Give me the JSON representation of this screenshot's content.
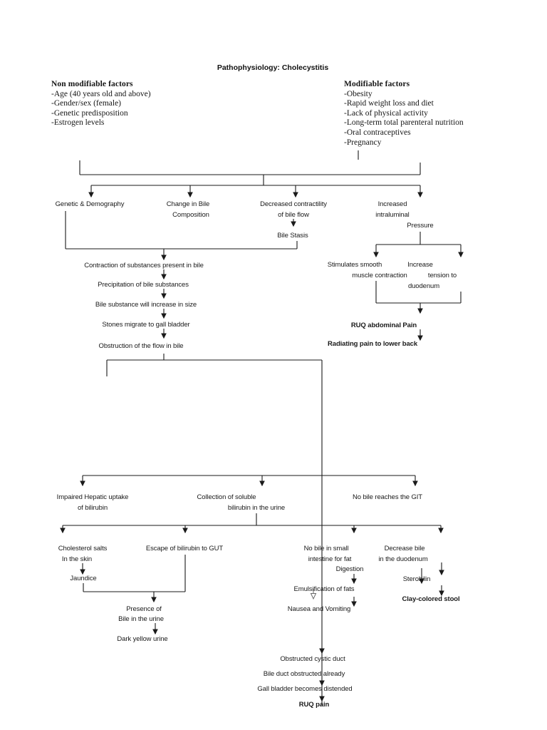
{
  "title": "Pathophysiology: Cholecystitis",
  "colors": {
    "background": "#ffffff",
    "line": "#1a1a1a",
    "text": "#191919"
  },
  "non_modifiable": {
    "heading": "Non modifiable factors",
    "items": [
      "-Age (40 years old and above)",
      "-Gender/sex (female)",
      "-Genetic predisposition",
      "-Estrogen levels"
    ]
  },
  "modifiable": {
    "heading": "Modifiable factors",
    "items": [
      "-Obesity",
      "-Rapid weight loss and diet",
      "-Lack of physical activity",
      "-Long-term total parenteral nutrition",
      "-Oral contraceptives",
      "-Pregnancy"
    ]
  },
  "flow": {
    "genetic_demography": "Genetic & Demography",
    "change_bile_1": "Change in Bile",
    "change_bile_2": "Composition",
    "decreased_1": "Decreased contractility",
    "decreased_2": "of bile flow",
    "bile_stasis": "Bile Stasis",
    "increased_1": "Increased",
    "increased_2": "intraluminal",
    "increased_3": "Pressure",
    "contraction": "Contraction of substances present in bile",
    "precipitation": "Precipitation of bile substances",
    "bile_substance": "Bile substance will increase in size",
    "stones": "Stones migrate to gall bladder",
    "obstruction": "Obstruction of the flow in bile",
    "stimulates_1": "Stimulates smooth",
    "stimulates_2": "muscle contraction",
    "increase_1": "Increase",
    "increase_2": "tension to",
    "increase_3": "duodenum",
    "ruq_abdominal": "RUQ abdominal Pain",
    "radiating": "Radiating pain to lower back",
    "impaired_1": "Impaired Hepatic uptake",
    "impaired_2": "of bilirubin",
    "collection_1": "Collection of soluble",
    "collection_2": "bilirubin in the urine",
    "no_bile_git": "No bile reaches the GIT",
    "cholesterol_1": "Cholesterol salts",
    "cholesterol_2": "In the skin",
    "jaundice": "Jaundice",
    "escape": "Escape of bilirubin to GUT",
    "no_bile_small_1": "No bile in small",
    "no_bile_small_2": "intestine for fat",
    "no_bile_small_3": "Digestion",
    "emulsification": "Emulsification of fats",
    "nausea": "Nausea and Vomiting",
    "decrease_1": "Decrease bile",
    "decrease_2": "in the duodenum",
    "sterobilin": "Sterobilin",
    "clay": "Clay-colored stool",
    "presence_1": "Presence of",
    "presence_2": "Bile in the urine",
    "dark_urine": "Dark yellow urine",
    "obstructed_duct": "Obstructed cystic duct",
    "bile_duct": "Bile duct obstructed already",
    "gall_bladder": "Gall bladder becomes distended",
    "ruq_pain": "RUQ pain"
  }
}
